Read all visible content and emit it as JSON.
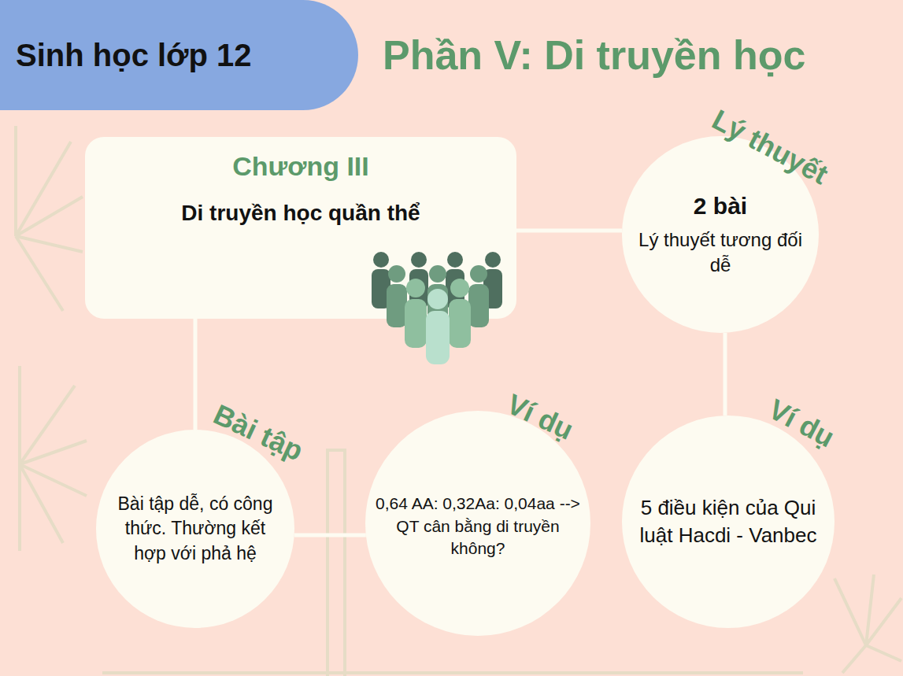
{
  "diagram": {
    "title": "Phần V: Di truyền học",
    "nodes": [
      {
        "text": [
          "Sinh học lớp 12"
        ]
      },
      {
        "text": [
          "Chương III",
          "Di truyền học quần thể"
        ]
      },
      {
        "text": [
          "Lý thuyết",
          "2 bài",
          "Lý thuyết tương đối dễ"
        ]
      },
      {
        "text": [
          "Bài tập",
          "Bài tập dễ, có công thức. Thường kết hợp với phả hệ"
        ]
      },
      {
        "text": [
          "Ví dụ",
          "0,64 AA: 0,32Aa: 0,04aa --> QT cân bằng di truyền không?"
        ]
      },
      {
        "text": [
          "Ví dụ",
          "5 điều kiện của Qui luật Hacdi - Vanbec"
        ]
      }
    ],
    "edges": [
      {
        "from": 1,
        "to": 2,
        "arrow": "none"
      },
      {
        "from": 1,
        "to": 3,
        "arrow": "none"
      },
      {
        "from": 3,
        "to": 4,
        "arrow": "none"
      },
      {
        "from": 2,
        "to": 5,
        "arrow": "none"
      }
    ]
  }
}
